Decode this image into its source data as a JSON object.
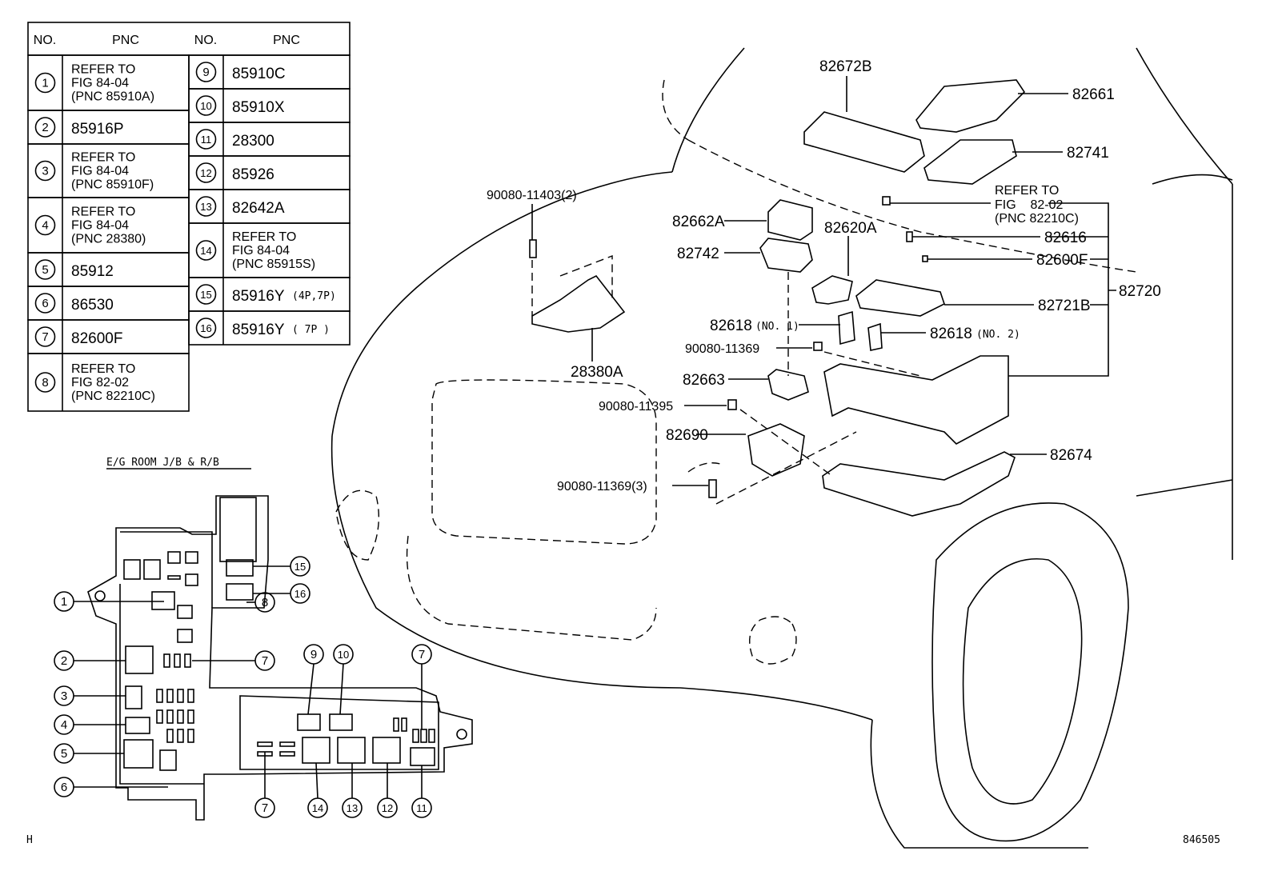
{
  "table": {
    "headers": {
      "no": "NO.",
      "pnc": "PNC"
    },
    "left_rows": [
      {
        "no": "1",
        "pnc": [
          "REFER TO",
          "FIG    84-04",
          "(PNC 85910A)"
        ]
      },
      {
        "no": "2",
        "pnc": [
          "85916P"
        ]
      },
      {
        "no": "3",
        "pnc": [
          "REFER TO",
          "FIG    84-04",
          "(PNC 85910F)"
        ]
      },
      {
        "no": "4",
        "pnc": [
          "REFER TO",
          "FIG    84-04",
          "(PNC 28380)"
        ]
      },
      {
        "no": "5",
        "pnc": [
          "85912"
        ]
      },
      {
        "no": "6",
        "pnc": [
          "86530"
        ]
      },
      {
        "no": "7",
        "pnc": [
          "82600F"
        ]
      },
      {
        "no": "8",
        "pnc": [
          "REFER TO",
          "FIG    82-02",
          "(PNC 82210C)"
        ]
      }
    ],
    "right_rows": [
      {
        "no": "9",
        "pnc": [
          "85910C"
        ]
      },
      {
        "no": "10",
        "pnc": [
          "85910X"
        ]
      },
      {
        "no": "11",
        "pnc": [
          "28300"
        ]
      },
      {
        "no": "12",
        "pnc": [
          "85926"
        ]
      },
      {
        "no": "13",
        "pnc": [
          "82642A"
        ]
      },
      {
        "no": "14",
        "pnc": [
          "REFER TO",
          "FIG    84-04",
          "(PNC 85915S)"
        ]
      },
      {
        "no": "15",
        "pnc": [
          "85916Y"
        ],
        "note": "(4P,7P)"
      },
      {
        "no": "16",
        "pnc": [
          "85916Y"
        ],
        "note": "( 7P )"
      }
    ]
  },
  "section_title": "E/G ROOM J/B & R/B",
  "callouts": [
    "1",
    "2",
    "3",
    "4",
    "5",
    "6",
    "7",
    "8",
    "15",
    "16",
    "9",
    "10",
    "7",
    "7",
    "14",
    "13",
    "12",
    "11"
  ],
  "part_labels": {
    "p82672B": "82672B",
    "p82661": "82661",
    "p82741": "82741",
    "refer": [
      "REFER TO",
      "FIG    82-02",
      "(PNC 82210C)"
    ],
    "p82616": "82616",
    "p82600F": "82600F",
    "p82720": "82720",
    "p82721B": "82721B",
    "p82618_1": "82618",
    "p82618_1_note": "(NO. 1)",
    "p82618_2": "82618",
    "p82618_2_note": "(NO. 2)",
    "b11369": "90080-11369",
    "p82663": "82663",
    "b11395": "90080-11395",
    "p82690": "82690",
    "p82674": "82674",
    "b11369_3": "90080-11369(3)",
    "b11403_2": "90080-11403(2)",
    "p82662A": "82662A",
    "p82620A": "82620A",
    "p82742": "82742",
    "p28380A": "28380A"
  },
  "footer": {
    "left": "H",
    "right": "846505"
  }
}
